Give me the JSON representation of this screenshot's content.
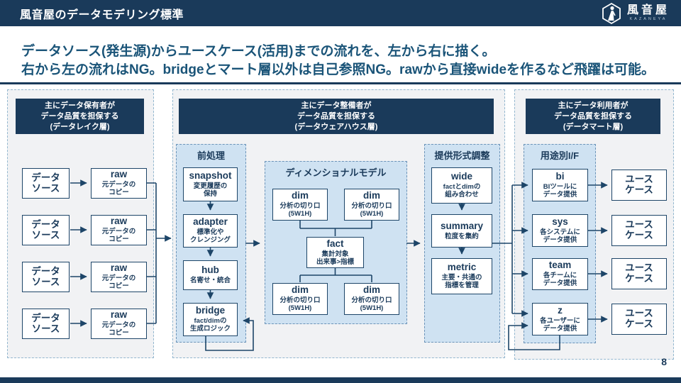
{
  "header": {
    "title": "風音屋のデータモデリング標準",
    "logo_text": "風音屋",
    "logo_subtext": "KAZANEYA"
  },
  "intro": {
    "line1": "データソース(発生源)からユースケース(活用)までの流れを、左から右に描く。",
    "line2": "右から左の流れはNG。bridgeとマート層以外は自己参照NG。rawから直接wideを作るなど飛躍は可能。"
  },
  "colors": {
    "navy": "#1a3a5a",
    "headline_blue": "#1a5478",
    "zone_light_blue": "#cfe2f2",
    "layer_gray": "#f1f2f4"
  },
  "lake": {
    "header": "主にデータ保有者が\nデータ品質を担保する\n(データレイク層)",
    "sources": [
      {
        "title": "データ\nソース"
      },
      {
        "title": "データ\nソース"
      },
      {
        "title": "データ\nソース"
      },
      {
        "title": "データ\nソース"
      }
    ],
    "raws": [
      {
        "title": "raw",
        "desc": "元データの\nコピー"
      },
      {
        "title": "raw",
        "desc": "元データの\nコピー"
      },
      {
        "title": "raw",
        "desc": "元データの\nコピー"
      },
      {
        "title": "raw",
        "desc": "元データの\nコピー"
      }
    ]
  },
  "dwh": {
    "header": "主にデータ整備者が\nデータ品質を担保する\n(データウェアハウス層)",
    "preprocessing": {
      "title": "前処理",
      "boxes": [
        {
          "title": "snapshot",
          "desc": "変更履歴の\n保持"
        },
        {
          "title": "adapter",
          "desc": "標準化や\nクレンジング"
        },
        {
          "title": "hub",
          "desc": "名寄せ・統合"
        },
        {
          "title": "bridge",
          "desc": "fact/dimの\n生成ロジック"
        }
      ]
    },
    "dimensional_model": {
      "title": "ディメンショナルモデル",
      "dims": [
        {
          "title": "dim",
          "desc": "分析の切り口\n(5W1H)"
        },
        {
          "title": "dim",
          "desc": "分析の切り口\n(5W1H)"
        },
        {
          "title": "dim",
          "desc": "分析の切り口\n(5W1H)"
        },
        {
          "title": "dim",
          "desc": "分析の切り口\n(5W1H)"
        }
      ],
      "fact": {
        "title": "fact",
        "desc": "集計対象\n出来事>指標"
      }
    },
    "delivery": {
      "title": "提供形式調整",
      "boxes": [
        {
          "title": "wide",
          "desc": "factとdimの\n組み合わせ"
        },
        {
          "title": "summary",
          "desc": "粒度を集約"
        },
        {
          "title": "metric",
          "desc": "主要・共通の\n指標を管理"
        }
      ]
    }
  },
  "mart": {
    "header": "主にデータ利用者が\nデータ品質を担保する\n(データマート層)",
    "interfaces": {
      "title": "用途別I/F",
      "boxes": [
        {
          "title": "bi",
          "desc": "BIツールに\nデータ提供"
        },
        {
          "title": "sys",
          "desc": "各システムに\nデータ提供"
        },
        {
          "title": "team",
          "desc": "各チームに\nデータ提供"
        },
        {
          "title": "z",
          "desc": "各ユーザーに\nデータ提供"
        }
      ]
    },
    "usecases": [
      {
        "title": "ユース\nケース"
      },
      {
        "title": "ユース\nケース"
      },
      {
        "title": "ユース\nケース"
      },
      {
        "title": "ユース\nケース"
      }
    ]
  },
  "footer": {
    "page_number": "8"
  }
}
